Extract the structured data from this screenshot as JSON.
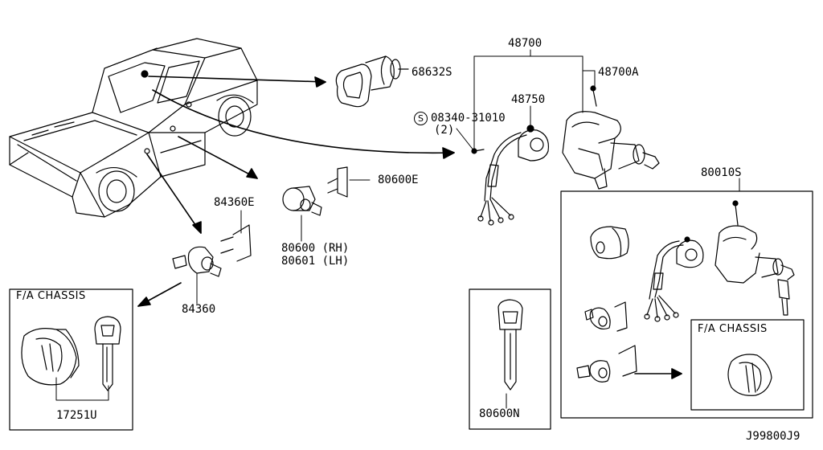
{
  "labels": {
    "p68632s": "68632S",
    "p48700": "48700",
    "p48700a": "48700A",
    "p48750": "48750",
    "p08340": "08340-31010",
    "p08340_qty": "(2)",
    "p80600e": "80600E",
    "p84360e": "84360E",
    "p80600rh": "80600 (RH)",
    "p80601lh": "80601 (LH)",
    "p84360": "84360",
    "p80010s": "80010S",
    "p17251u": "17251U",
    "p80600n": "80600N",
    "ref": "J99800J9"
  },
  "boxes": {
    "fa_chassis_left": "F/A CHASSIS",
    "fa_chassis_right": "F/A CHASSIS"
  },
  "symbols": {
    "screw_prefix": "S"
  },
  "colors": {
    "ink": "#000000",
    "paper": "#ffffff"
  }
}
